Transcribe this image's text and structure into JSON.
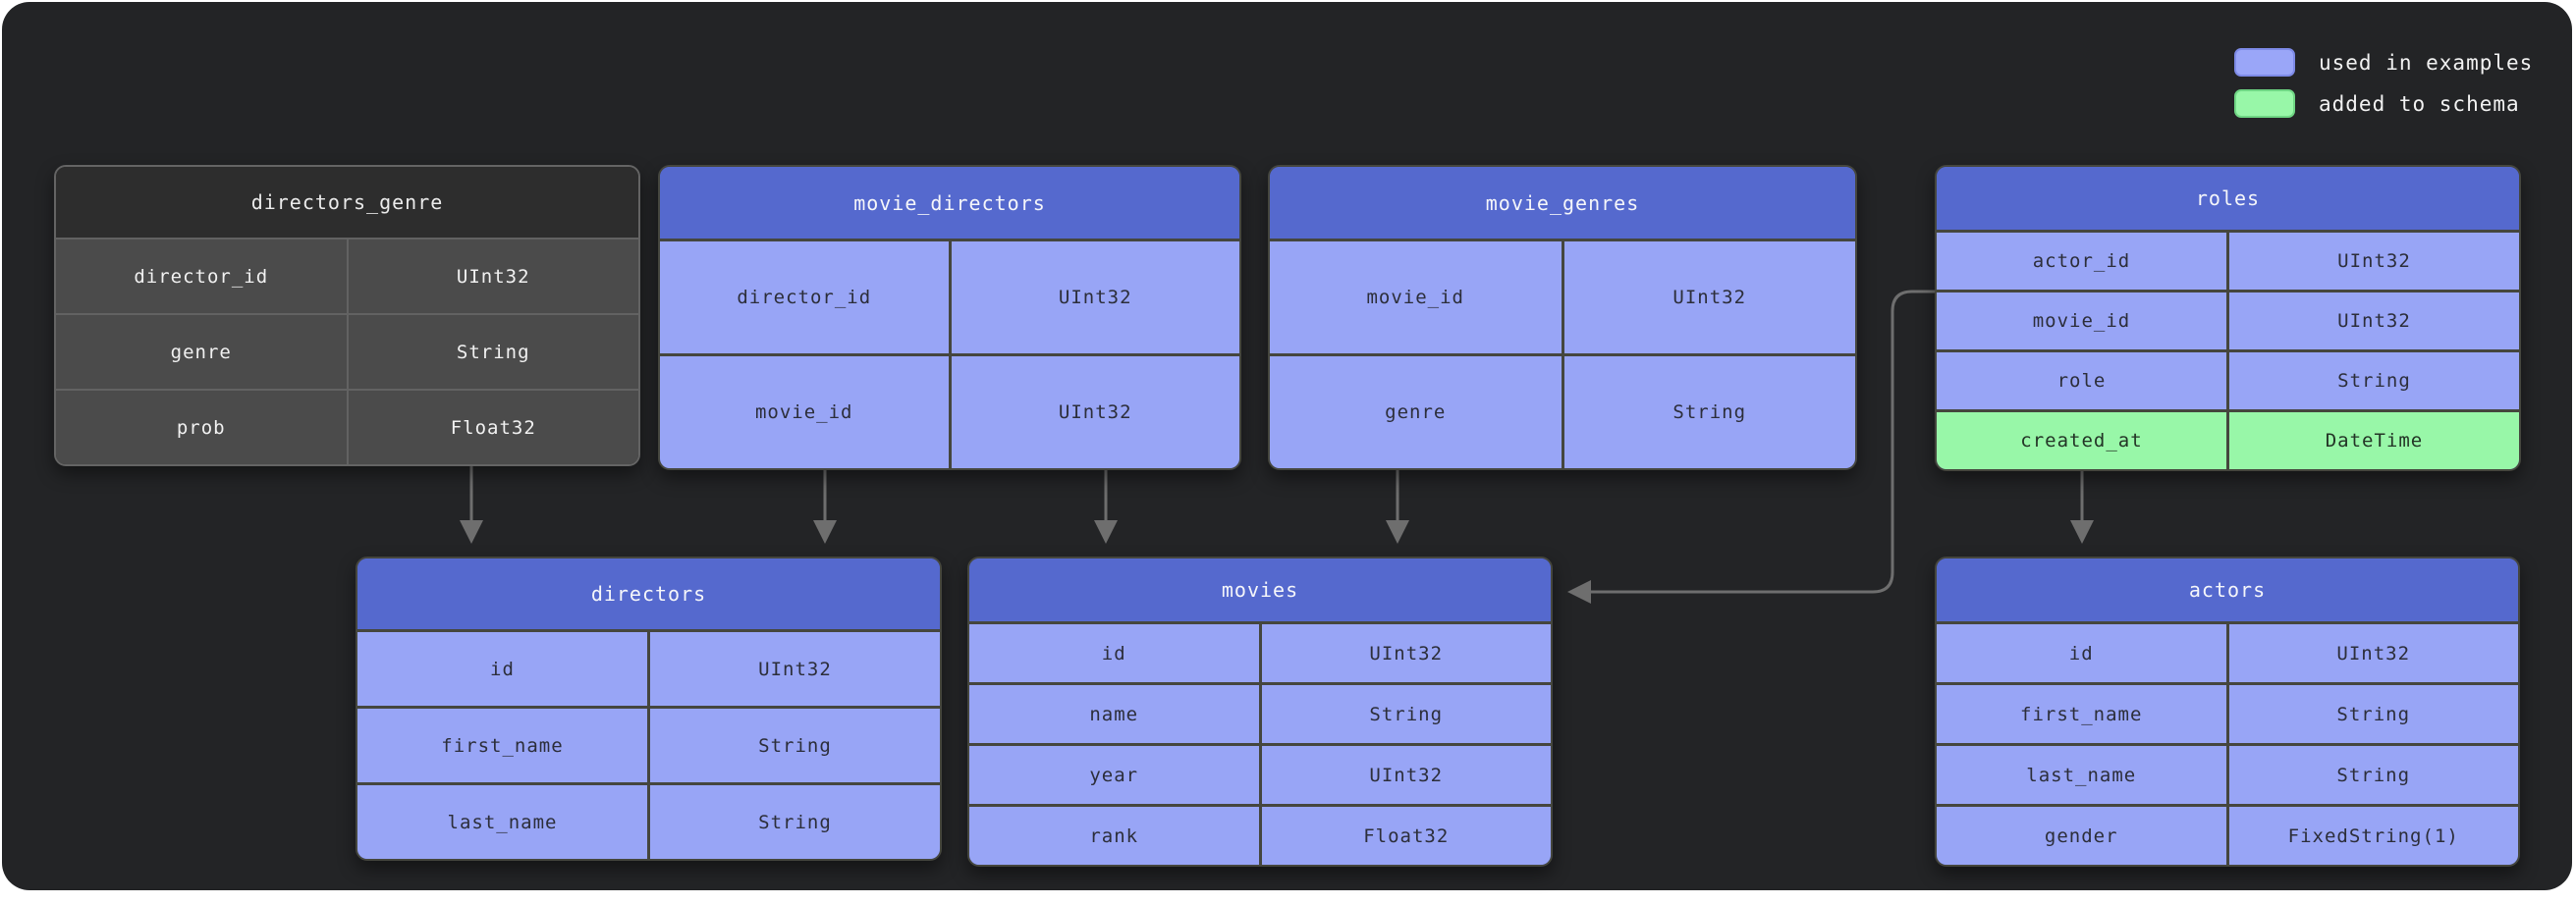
{
  "legend": {
    "items": [
      {
        "label": "used in examples",
        "color": "#9aa6f8"
      },
      {
        "label": "added to schema",
        "color": "#98f7a8"
      }
    ]
  },
  "tables": [
    {
      "id": "directors_genre",
      "title": "directors_genre",
      "theme": "gray",
      "fields": [
        {
          "name": "director_id",
          "type": "UInt32"
        },
        {
          "name": "genre",
          "type": "String"
        },
        {
          "name": "prob",
          "type": "Float32"
        }
      ]
    },
    {
      "id": "movie_directors",
      "title": "movie_directors",
      "theme": "blue",
      "fields": [
        {
          "name": "director_id",
          "type": "UInt32"
        },
        {
          "name": "movie_id",
          "type": "UInt32"
        }
      ]
    },
    {
      "id": "movie_genres",
      "title": "movie_genres",
      "theme": "blue",
      "fields": [
        {
          "name": "movie_id",
          "type": "UInt32"
        },
        {
          "name": "genre",
          "type": "String"
        }
      ]
    },
    {
      "id": "roles",
      "title": "roles",
      "theme": "blue",
      "fields": [
        {
          "name": "actor_id",
          "type": "UInt32"
        },
        {
          "name": "movie_id",
          "type": "UInt32"
        },
        {
          "name": "role",
          "type": "String"
        },
        {
          "name": "created_at",
          "type": "DateTime",
          "added": true
        }
      ]
    },
    {
      "id": "directors",
      "title": "directors",
      "theme": "blue",
      "fields": [
        {
          "name": "id",
          "type": "UInt32"
        },
        {
          "name": "first_name",
          "type": "String"
        },
        {
          "name": "last_name",
          "type": "String"
        }
      ]
    },
    {
      "id": "movies",
      "title": "movies",
      "theme": "blue",
      "fields": [
        {
          "name": "id",
          "type": "UInt32"
        },
        {
          "name": "name",
          "type": "String"
        },
        {
          "name": "year",
          "type": "UInt32"
        },
        {
          "name": "rank",
          "type": "Float32"
        }
      ]
    },
    {
      "id": "actors",
      "title": "actors",
      "theme": "blue",
      "fields": [
        {
          "name": "id",
          "type": "UInt32"
        },
        {
          "name": "first_name",
          "type": "String"
        },
        {
          "name": "last_name",
          "type": "String"
        },
        {
          "name": "gender",
          "type": "FixedString(1)"
        }
      ]
    }
  ],
  "colors": {
    "canvas": "#232426",
    "header_blue": "#5569ce",
    "row_blue": "#98a5f6",
    "added_green": "#98f7a8",
    "gray_header": "#2d2d2d",
    "gray_row": "#4b4b4b",
    "arrow": "#6e6e6e"
  }
}
